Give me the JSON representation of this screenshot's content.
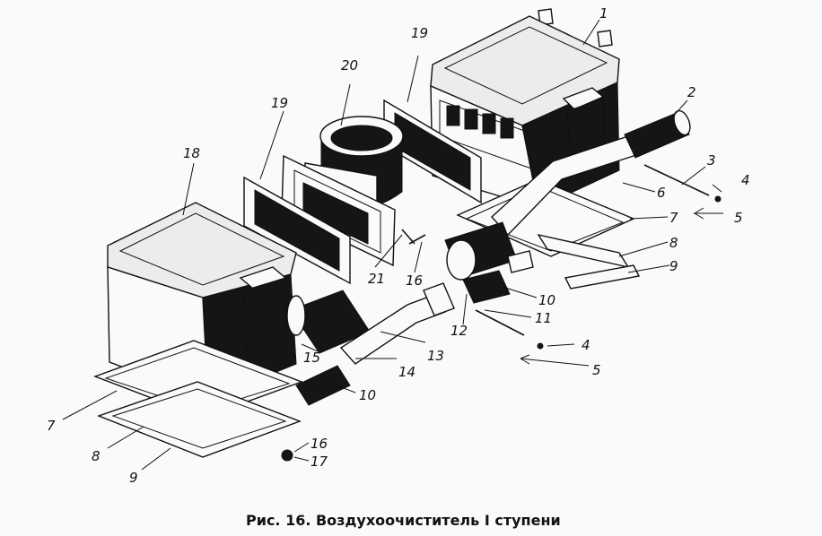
{
  "caption": "Рис. 16. Воздухоочиститель I ступени",
  "part_labels": {
    "n1": "1",
    "n2": "2",
    "n3": "3",
    "n4a": "4",
    "n4b": "4",
    "n5a": "5",
    "n5b": "5",
    "n6": "6",
    "n7a": "7",
    "n7b": "7",
    "n8a": "8",
    "n8b": "8",
    "n9a": "9",
    "n9b": "9",
    "n10a": "10",
    "n10b": "10",
    "n11": "11",
    "n12": "12",
    "n13": "13",
    "n14": "14",
    "n15": "15",
    "n16a": "16",
    "n16b": "16",
    "n17": "17",
    "n18": "18",
    "n19a": "19",
    "n19b": "19",
    "n20": "20",
    "n21": "21"
  }
}
